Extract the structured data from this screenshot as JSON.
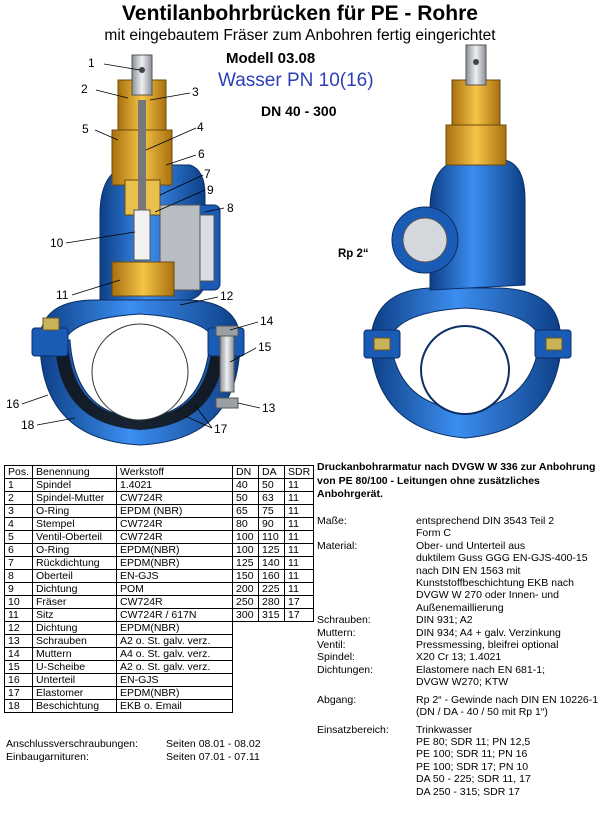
{
  "header": {
    "title": "Ventilanbohrbrücken für PE - Rohre",
    "subtitle": "mit eingebautem Fräser zum Anbohren fertig eingerichtet",
    "model": "Modell 03.08",
    "pressure": "Wasser PN 10(16)",
    "dn_range": "DN 40 - 300"
  },
  "drawing": {
    "rp_label": "Rp 2“",
    "callouts": [
      "1",
      "2",
      "3",
      "4",
      "5",
      "6",
      "7",
      "8",
      "9",
      "10",
      "11",
      "12",
      "13",
      "14",
      "15",
      "16",
      "17",
      "18"
    ],
    "colors": {
      "body_blue": "#1f6fd0",
      "body_dark": "#0d3f86",
      "brass": "#e0a525",
      "grey": "#9aa0a6"
    }
  },
  "parts_table": {
    "headers": [
      "Pos.",
      "Benennung",
      "Werkstoff",
      "DN",
      "DA",
      "SDR"
    ],
    "rows": [
      [
        "1",
        "Spindel",
        "1.4021",
        "40",
        "50",
        "11"
      ],
      [
        "2",
        "Spindel-Mutter",
        "CW724R",
        "50",
        "63",
        "11"
      ],
      [
        "3",
        "O-Ring",
        "EPDM (NBR)",
        "65",
        "75",
        "11"
      ],
      [
        "4",
        "Stempel",
        "CW724R",
        "80",
        "90",
        "11"
      ],
      [
        "5",
        "Ventil-Oberteil",
        "CW724R",
        "100",
        "110",
        "11"
      ],
      [
        "6",
        "O-Ring",
        "EPDM(NBR)",
        "100",
        "125",
        "11"
      ],
      [
        "7",
        "Rückdichtung",
        "EPDM(NBR)",
        "125",
        "140",
        "11"
      ],
      [
        "8",
        "Oberteil",
        "EN-GJS",
        "150",
        "160",
        "11"
      ],
      [
        "9",
        "Dichtung",
        "POM",
        "200",
        "225",
        "11"
      ],
      [
        "10",
        "Fräser",
        "CW724R",
        "250",
        "280",
        "17"
      ],
      [
        "11",
        "Sitz",
        "CW724R / 617N",
        "300",
        "315",
        "17"
      ],
      [
        "12",
        "Dichtung",
        "EPDM(NBR)",
        "",
        "",
        ""
      ],
      [
        "13",
        "Schrauben",
        "A2 o. St. galv. verz.",
        "",
        "",
        ""
      ],
      [
        "14",
        "Muttern",
        "A4 o. St. galv. verz.",
        "",
        "",
        ""
      ],
      [
        "15",
        "U-Scheibe",
        "A2 o. St. galv. verz.",
        "",
        "",
        ""
      ],
      [
        "16",
        "Unterteil",
        "EN-GJS",
        "",
        "",
        ""
      ],
      [
        "17",
        "Elastomer",
        "EPDM(NBR)",
        "",
        "",
        ""
      ],
      [
        "18",
        "Beschichtung",
        "EKB o. Email",
        "",
        "",
        ""
      ]
    ]
  },
  "references": [
    {
      "label": "Anschlussverschraubungen:",
      "value": "Seiten  08.01 - 08.02"
    },
    {
      "label": "Einbaugarnituren:",
      "value": "Seiten  07.01 - 07.11"
    }
  ],
  "spec_heading": "Druckanbohrarmatur nach DVGW W 336 zur Anbohrung von PE 80/100 - Leitungen ohne zusätzliches Anbohrgerät.",
  "specs": [
    {
      "k": "Maße:",
      "v": "entsprechend DIN 3543 Teil 2"
    },
    {
      "k": "",
      "v": "Form C"
    },
    {
      "k": "Material:",
      "v": "Ober- und Unterteil aus"
    },
    {
      "k": "",
      "v": "duktilem Guss GGG  EN-GJS-400-15"
    },
    {
      "k": "",
      "v": "nach DIN EN 1563 mit"
    },
    {
      "k": "",
      "v": "Kunststoffbeschichtung EKB nach"
    },
    {
      "k": "",
      "v": "DVGW W 270 oder Innen- und"
    },
    {
      "k": "",
      "v": "Außenemaillierung"
    },
    {
      "k": "Schrauben:",
      "v": "DIN 931; A2"
    },
    {
      "k": "Muttern:",
      "v": "DIN 934; A4 + galv. Verzinkung"
    },
    {
      "k": "Ventil:",
      "v": "Pressmessing, bleifrei optional"
    },
    {
      "k": "Spindel:",
      "v": "X20 Cr 13; 1.4021"
    },
    {
      "k": "Dichtungen:",
      "v": "Elastomere nach EN 681-1;"
    },
    {
      "k": "",
      "v": "DVGW W270;  KTW"
    },
    {
      "k": "Abgang:",
      "v": "Rp 2“ - Gewinde nach DIN EN 10226-1",
      "gap_before": true
    },
    {
      "k": "",
      "v": "(DN / DA - 40 / 50 mit Rp 1“)"
    },
    {
      "k": "Einsatzbereich:",
      "v": "Trinkwasser",
      "gap_before": true
    },
    {
      "k": "",
      "v": "PE   80;  SDR 11; PN 12,5"
    },
    {
      "k": "",
      "v": "PE 100;  SDR 11; PN 16"
    },
    {
      "k": "",
      "v": "PE 100;  SDR 17; PN 10"
    },
    {
      "k": "",
      "v": "DA   50 -  225;     SDR 11, 17"
    },
    {
      "k": "",
      "v": "DA 250 - 315;     SDR 17"
    }
  ]
}
